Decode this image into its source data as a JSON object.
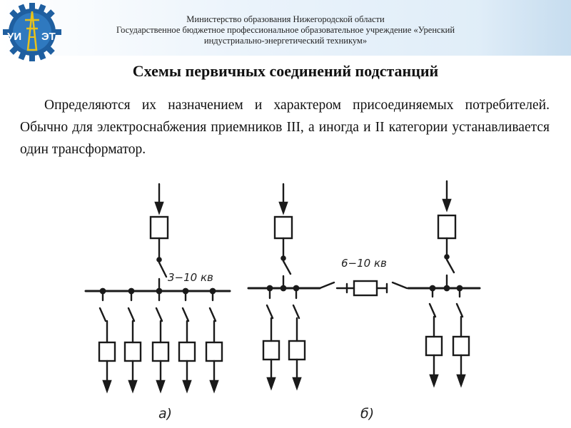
{
  "header": {
    "line1": "Министерство образования Нижегородской области",
    "line2": "Государственное бюджетное профессиональное образовательное учреждение «Уренский",
    "line3": "индустриально-энергетический техникум»"
  },
  "logo": {
    "text_left": "УИ",
    "text_right": "ЭТ"
  },
  "title": "Схемы первичных соединений подстанций",
  "paragraph": "Определяются их назначением и характером присоединяемых потребителей. Обычно для электроснабжения приемников III, а иногда и II категории устанавливается один трансформатор.",
  "diagram": {
    "scheme_a": {
      "label": "а)",
      "voltage": "3−10 кв"
    },
    "scheme_b": {
      "label": "б)",
      "voltage": "6−10 кв"
    }
  },
  "colors": {
    "brand_blue": "#1f5fa0",
    "logo_yellow": "#e8c21a",
    "line": "#1a1a1a"
  }
}
